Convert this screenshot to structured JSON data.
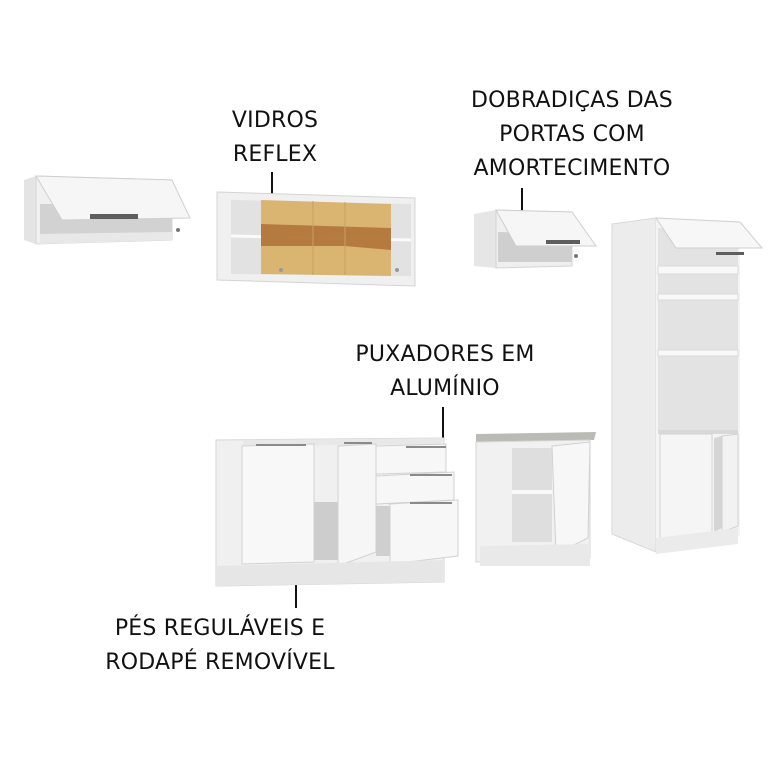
{
  "callouts": {
    "vidros": {
      "line1": "VIDROS",
      "line2": "REFLEX"
    },
    "dobradicas": {
      "line1": "DOBRADIÇAS DAS",
      "line2": "PORTAS COM",
      "line3": "AMORTECIMENTO"
    },
    "puxadores": {
      "line1": "PUXADORES EM",
      "line2": "ALUMÍNIO"
    },
    "pes": {
      "line1": "PÉS REGULÁVEIS E",
      "line2": "RODAPÉ REMOVÍVEL"
    }
  },
  "colors": {
    "background": "#ffffff",
    "cabinet_white": "#f2f2f2",
    "cabinet_shade": "#dcdcdc",
    "glass": "#d9b26a",
    "glass_dark": "#a8672f",
    "countertop": "#b9bbb4",
    "handle": "#6a6a6a",
    "text": "#111111"
  },
  "pieces": [
    {
      "name": "wall-cabinet-flip-door-left"
    },
    {
      "name": "wall-cabinet-glass-sliding"
    },
    {
      "name": "wall-cabinet-flip-door-small"
    },
    {
      "name": "tall-oven-tower"
    },
    {
      "name": "base-cabinet-doors-drawers"
    },
    {
      "name": "base-cabinet-countertop"
    }
  ]
}
